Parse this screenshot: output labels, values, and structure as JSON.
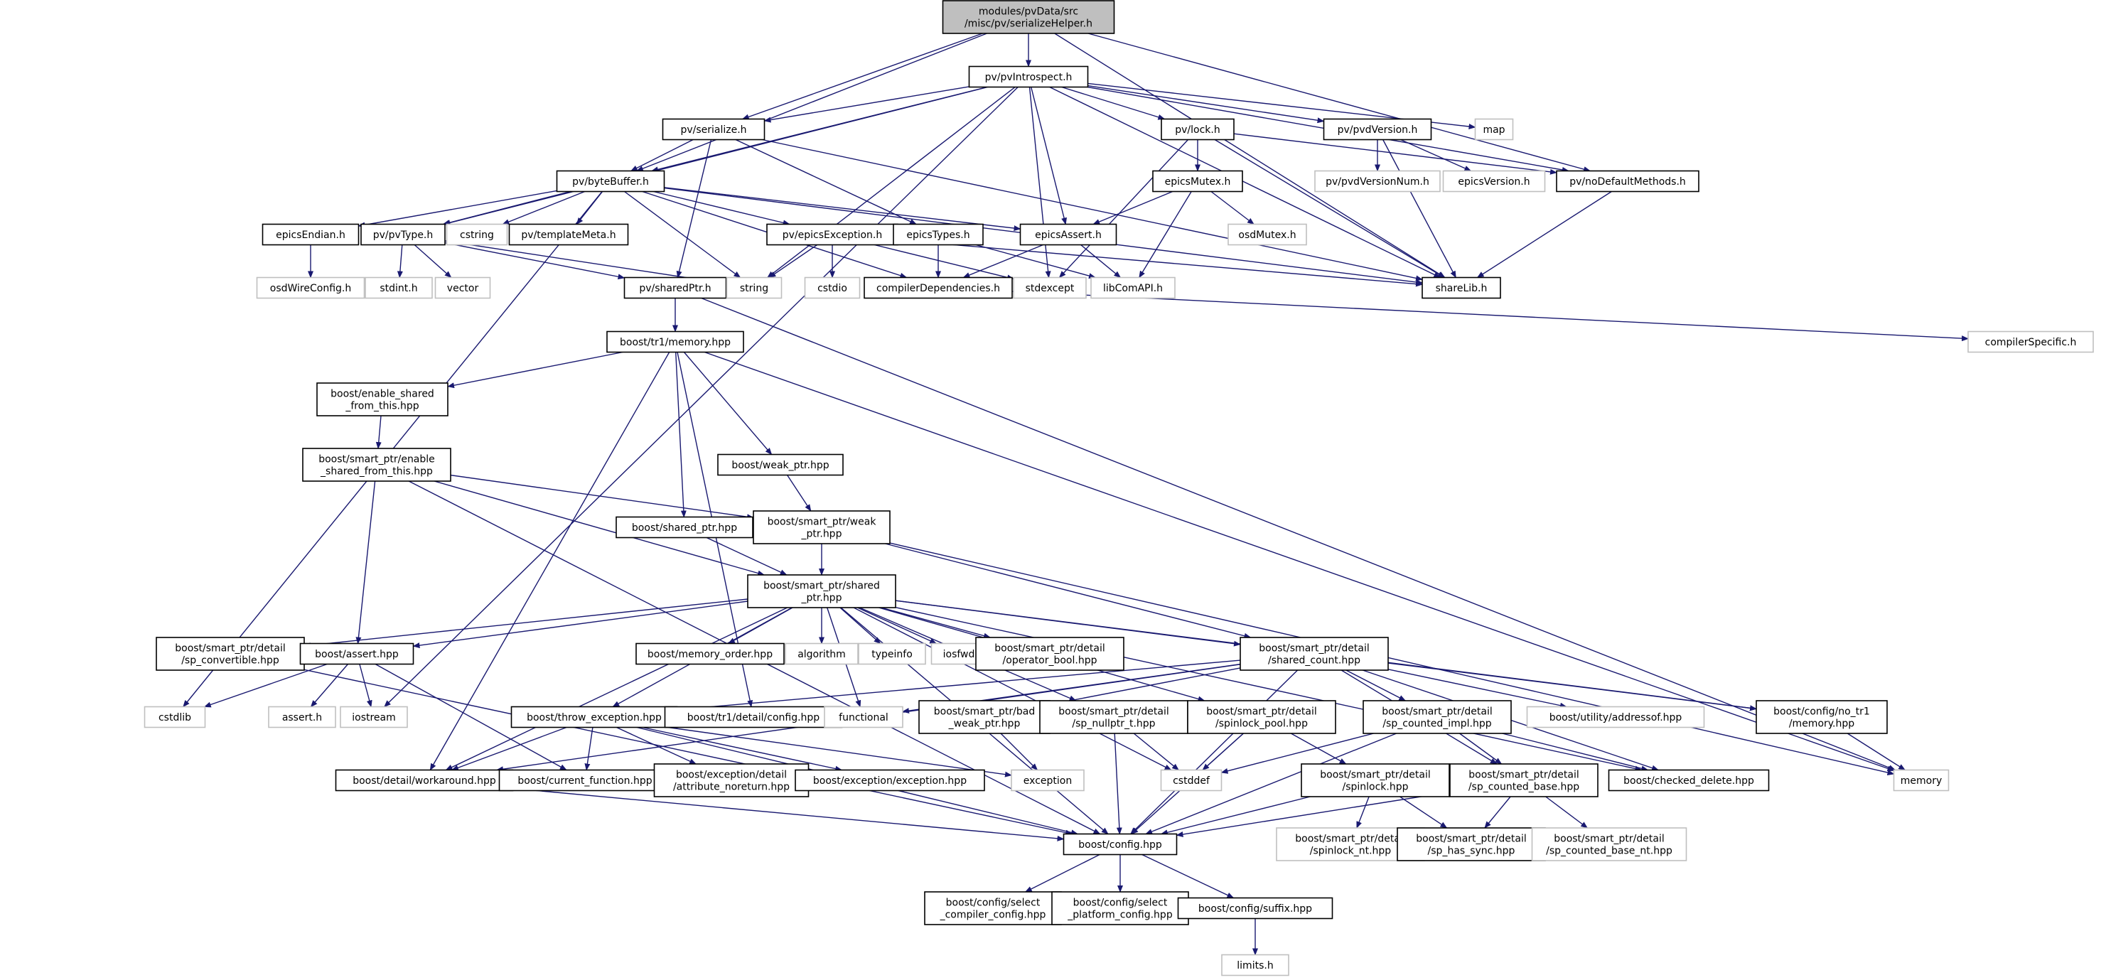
{
  "colors": {
    "edge": "#191970",
    "root_fill": "#bfbfbf",
    "node_fill": "#ffffff",
    "node_border": "#000000",
    "external_border": "#bfbfbf",
    "text": "#000000"
  },
  "diagram": {
    "type": "include-dependency-graph",
    "nodes": [
      {
        "id": "root",
        "lines": [
          "modules/pvData/src",
          "/misc/pv/serializeHelper.h"
        ],
        "style": "root"
      },
      {
        "id": "pvIntrospect",
        "lines": [
          "pv/pvIntrospect.h"
        ],
        "style": "normal"
      },
      {
        "id": "map",
        "lines": [
          "map"
        ],
        "style": "external"
      },
      {
        "id": "serialize",
        "lines": [
          "pv/serialize.h"
        ],
        "style": "normal"
      },
      {
        "id": "lock",
        "lines": [
          "pv/lock.h"
        ],
        "style": "normal"
      },
      {
        "id": "pvdVersion",
        "lines": [
          "pv/pvdVersion.h"
        ],
        "style": "normal"
      },
      {
        "id": "byteBuffer",
        "lines": [
          "pv/byteBuffer.h"
        ],
        "style": "normal"
      },
      {
        "id": "epicsMutex",
        "lines": [
          "epicsMutex.h"
        ],
        "style": "normal"
      },
      {
        "id": "pvdVersionNum",
        "lines": [
          "pv/pvdVersionNum.h"
        ],
        "style": "external"
      },
      {
        "id": "epicsVersion",
        "lines": [
          "epicsVersion.h"
        ],
        "style": "external"
      },
      {
        "id": "noDefaultMethods",
        "lines": [
          "pv/noDefaultMethods.h"
        ],
        "style": "normal"
      },
      {
        "id": "epicsEndian",
        "lines": [
          "epicsEndian.h"
        ],
        "style": "normal"
      },
      {
        "id": "pvType",
        "lines": [
          "pv/pvType.h"
        ],
        "style": "normal"
      },
      {
        "id": "cstring",
        "lines": [
          "cstring"
        ],
        "style": "external"
      },
      {
        "id": "templateMeta",
        "lines": [
          "pv/templateMeta.h"
        ],
        "style": "normal"
      },
      {
        "id": "epicsException",
        "lines": [
          "pv/epicsException.h"
        ],
        "style": "normal"
      },
      {
        "id": "epicsTypes",
        "lines": [
          "epicsTypes.h"
        ],
        "style": "normal"
      },
      {
        "id": "epicsAssert",
        "lines": [
          "epicsAssert.h"
        ],
        "style": "normal"
      },
      {
        "id": "osdMutex",
        "lines": [
          "osdMutex.h"
        ],
        "style": "external"
      },
      {
        "id": "osdWireConfig",
        "lines": [
          "osdWireConfig.h"
        ],
        "style": "external"
      },
      {
        "id": "stdint",
        "lines": [
          "stdint.h"
        ],
        "style": "external"
      },
      {
        "id": "vector",
        "lines": [
          "vector"
        ],
        "style": "external"
      },
      {
        "id": "sharedPtr",
        "lines": [
          "pv/sharedPtr.h"
        ],
        "style": "normal"
      },
      {
        "id": "string",
        "lines": [
          "string"
        ],
        "style": "external"
      },
      {
        "id": "cstdio",
        "lines": [
          "cstdio"
        ],
        "style": "external"
      },
      {
        "id": "compilerDependencies",
        "lines": [
          "compilerDependencies.h"
        ],
        "style": "normal"
      },
      {
        "id": "stdexcept",
        "lines": [
          "stdexcept"
        ],
        "style": "external"
      },
      {
        "id": "libComAPI",
        "lines": [
          "libComAPI.h"
        ],
        "style": "external"
      },
      {
        "id": "shareLib",
        "lines": [
          "shareLib.h"
        ],
        "style": "normal"
      },
      {
        "id": "compilerSpecific",
        "lines": [
          "compilerSpecific.h"
        ],
        "style": "external"
      },
      {
        "id": "tr1memory",
        "lines": [
          "boost/tr1/memory.hpp"
        ],
        "style": "normal"
      },
      {
        "id": "enableShared",
        "lines": [
          "boost/enable_shared",
          "_from_this.hpp"
        ],
        "style": "normal"
      },
      {
        "id": "spEnableShared",
        "lines": [
          "boost/smart_ptr/enable",
          "_shared_from_this.hpp"
        ],
        "style": "normal"
      },
      {
        "id": "weakPtrHpp",
        "lines": [
          "boost/weak_ptr.hpp"
        ],
        "style": "normal"
      },
      {
        "id": "sharedPtrHpp",
        "lines": [
          "boost/shared_ptr.hpp"
        ],
        "style": "normal"
      },
      {
        "id": "spWeakPtr",
        "lines": [
          "boost/smart_ptr/weak",
          "_ptr.hpp"
        ],
        "style": "normal"
      },
      {
        "id": "spSharedPtr",
        "lines": [
          "boost/smart_ptr/shared",
          "_ptr.hpp"
        ],
        "style": "normal"
      },
      {
        "id": "spConvertible",
        "lines": [
          "boost/smart_ptr/detail",
          "/sp_convertible.hpp"
        ],
        "style": "normal"
      },
      {
        "id": "assertHpp",
        "lines": [
          "boost/assert.hpp"
        ],
        "style": "normal"
      },
      {
        "id": "memoryOrder",
        "lines": [
          "boost/memory_order.hpp"
        ],
        "style": "normal"
      },
      {
        "id": "algorithm",
        "lines": [
          "algorithm"
        ],
        "style": "external"
      },
      {
        "id": "typeinfo",
        "lines": [
          "typeinfo"
        ],
        "style": "external"
      },
      {
        "id": "iosfwd",
        "lines": [
          "iosfwd"
        ],
        "style": "external"
      },
      {
        "id": "operatorBool",
        "lines": [
          "boost/smart_ptr/detail",
          "/operator_bool.hpp"
        ],
        "style": "normal"
      },
      {
        "id": "sharedCount",
        "lines": [
          "boost/smart_ptr/detail",
          "/shared_count.hpp"
        ],
        "style": "normal"
      },
      {
        "id": "cstdlib",
        "lines": [
          "cstdlib"
        ],
        "style": "external"
      },
      {
        "id": "assertH",
        "lines": [
          "assert.h"
        ],
        "style": "external"
      },
      {
        "id": "iostream",
        "lines": [
          "iostream"
        ],
        "style": "external"
      },
      {
        "id": "throwException",
        "lines": [
          "boost/throw_exception.hpp"
        ],
        "style": "normal"
      },
      {
        "id": "tr1config",
        "lines": [
          "boost/tr1/detail/config.hpp"
        ],
        "style": "normal"
      },
      {
        "id": "functional",
        "lines": [
          "functional"
        ],
        "style": "external"
      },
      {
        "id": "badWeakPtr",
        "lines": [
          "boost/smart_ptr/bad",
          "_weak_ptr.hpp"
        ],
        "style": "normal"
      },
      {
        "id": "spNullptr",
        "lines": [
          "boost/smart_ptr/detail",
          "/sp_nullptr_t.hpp"
        ],
        "style": "normal"
      },
      {
        "id": "spinlockPool",
        "lines": [
          "boost/smart_ptr/detail",
          "/spinlock_pool.hpp"
        ],
        "style": "normal"
      },
      {
        "id": "spCountedImpl",
        "lines": [
          "boost/smart_ptr/detail",
          "/sp_counted_impl.hpp"
        ],
        "style": "normal"
      },
      {
        "id": "addressof",
        "lines": [
          "boost/utility/addressof.hpp"
        ],
        "style": "external"
      },
      {
        "id": "noTr1Memory",
        "lines": [
          "boost/config/no_tr1",
          "/memory.hpp"
        ],
        "style": "normal"
      },
      {
        "id": "memory",
        "lines": [
          "memory"
        ],
        "style": "external"
      },
      {
        "id": "workaround",
        "lines": [
          "boost/detail/workaround.hpp"
        ],
        "style": "normal"
      },
      {
        "id": "currentFunction",
        "lines": [
          "boost/current_function.hpp"
        ],
        "style": "normal"
      },
      {
        "id": "attrNoreturn",
        "lines": [
          "boost/exception/detail",
          "/attribute_noreturn.hpp"
        ],
        "style": "normal"
      },
      {
        "id": "exceptionHpp",
        "lines": [
          "boost/exception/exception.hpp"
        ],
        "style": "normal"
      },
      {
        "id": "exception",
        "lines": [
          "exception"
        ],
        "style": "external"
      },
      {
        "id": "cstddef",
        "lines": [
          "cstddef"
        ],
        "style": "external"
      },
      {
        "id": "spinlock",
        "lines": [
          "boost/smart_ptr/detail",
          "/spinlock.hpp"
        ],
        "style": "normal"
      },
      {
        "id": "spCountedBase",
        "lines": [
          "boost/smart_ptr/detail",
          "/sp_counted_base.hpp"
        ],
        "style": "normal"
      },
      {
        "id": "checkedDelete",
        "lines": [
          "boost/checked_delete.hpp"
        ],
        "style": "normal"
      },
      {
        "id": "configHpp",
        "lines": [
          "boost/config.hpp"
        ],
        "style": "normal"
      },
      {
        "id": "spinlockNt",
        "lines": [
          "boost/smart_ptr/detail",
          "/spinlock_nt.hpp"
        ],
        "style": "external"
      },
      {
        "id": "spHasSync",
        "lines": [
          "boost/smart_ptr/detail",
          "/sp_has_sync.hpp"
        ],
        "style": "normal"
      },
      {
        "id": "spCountedBaseNt",
        "lines": [
          "boost/smart_ptr/detail",
          "/sp_counted_base_nt.hpp"
        ],
        "style": "external"
      },
      {
        "id": "selectCompiler",
        "lines": [
          "boost/config/select",
          "_compiler_config.hpp"
        ],
        "style": "normal"
      },
      {
        "id": "selectPlatform",
        "lines": [
          "boost/config/select",
          "_platform_config.hpp"
        ],
        "style": "normal"
      },
      {
        "id": "suffix",
        "lines": [
          "boost/config/suffix.hpp"
        ],
        "style": "normal"
      },
      {
        "id": "limits",
        "lines": [
          "limits.h"
        ],
        "style": "external"
      }
    ],
    "edges": [
      [
        "root",
        "pvIntrospect"
      ],
      [
        "root",
        "serialize"
      ],
      [
        "root",
        "byteBuffer"
      ],
      [
        "root",
        "noDefaultMethods"
      ],
      [
        "root",
        "shareLib"
      ],
      [
        "pvIntrospect",
        "map"
      ],
      [
        "pvIntrospect",
        "serialize"
      ],
      [
        "pvIntrospect",
        "lock"
      ],
      [
        "pvIntrospect",
        "pvdVersion"
      ],
      [
        "pvIntrospect",
        "byteBuffer"
      ],
      [
        "pvIntrospect",
        "noDefaultMethods"
      ],
      [
        "pvIntrospect",
        "pvType"
      ],
      [
        "pvIntrospect",
        "string"
      ],
      [
        "pvIntrospect",
        "stdexcept"
      ],
      [
        "pvIntrospect",
        "epicsAssert"
      ],
      [
        "pvIntrospect",
        "shareLib"
      ],
      [
        "pvIntrospect",
        "iostream"
      ],
      [
        "serialize",
        "byteBuffer"
      ],
      [
        "serialize",
        "epicsTypes"
      ],
      [
        "serialize",
        "sharedPtr"
      ],
      [
        "serialize",
        "shareLib"
      ],
      [
        "lock",
        "epicsMutex"
      ],
      [
        "lock",
        "stdexcept"
      ],
      [
        "lock",
        "noDefaultMethods"
      ],
      [
        "lock",
        "shareLib"
      ],
      [
        "pvdVersion",
        "pvdVersionNum"
      ],
      [
        "pvdVersion",
        "epicsVersion"
      ],
      [
        "pvdVersion",
        "shareLib"
      ],
      [
        "epicsMutex",
        "epicsAssert"
      ],
      [
        "epicsMutex",
        "osdMutex"
      ],
      [
        "epicsMutex",
        "libComAPI"
      ],
      [
        "noDefaultMethods",
        "shareLib"
      ],
      [
        "byteBuffer",
        "epicsEndian"
      ],
      [
        "byteBuffer",
        "pvType"
      ],
      [
        "byteBuffer",
        "cstring"
      ],
      [
        "byteBuffer",
        "templateMeta"
      ],
      [
        "byteBuffer",
        "epicsException"
      ],
      [
        "byteBuffer",
        "epicsAssert"
      ],
      [
        "byteBuffer",
        "string"
      ],
      [
        "byteBuffer",
        "compilerDependencies"
      ],
      [
        "byteBuffer",
        "shareLib"
      ],
      [
        "byteBuffer",
        "cstdlib"
      ],
      [
        "epicsEndian",
        "osdWireConfig"
      ],
      [
        "pvType",
        "stdint"
      ],
      [
        "pvType",
        "vector"
      ],
      [
        "pvType",
        "string"
      ],
      [
        "pvType",
        "sharedPtr"
      ],
      [
        "epicsException",
        "string"
      ],
      [
        "epicsException",
        "cstdio"
      ],
      [
        "epicsException",
        "stdexcept"
      ],
      [
        "epicsException",
        "shareLib"
      ],
      [
        "epicsTypes",
        "compilerDependencies"
      ],
      [
        "epicsTypes",
        "libComAPI"
      ],
      [
        "epicsAssert",
        "compilerDependencies"
      ],
      [
        "epicsAssert",
        "libComAPI"
      ],
      [
        "compilerDependencies",
        "compilerSpecific"
      ],
      [
        "sharedPtr",
        "tr1memory"
      ],
      [
        "sharedPtr",
        "memory"
      ],
      [
        "tr1memory",
        "enableShared"
      ],
      [
        "tr1memory",
        "weakPtrHpp"
      ],
      [
        "tr1memory",
        "sharedPtrHpp"
      ],
      [
        "tr1memory",
        "memory"
      ],
      [
        "tr1memory",
        "tr1config"
      ],
      [
        "tr1memory",
        "workaround"
      ],
      [
        "enableShared",
        "spEnableShared"
      ],
      [
        "spEnableShared",
        "spWeakPtr"
      ],
      [
        "spEnableShared",
        "spSharedPtr"
      ],
      [
        "spEnableShared",
        "assertHpp"
      ],
      [
        "spEnableShared",
        "configHpp"
      ],
      [
        "weakPtrHpp",
        "spWeakPtr"
      ],
      [
        "sharedPtrHpp",
        "spSharedPtr"
      ],
      [
        "spWeakPtr",
        "spSharedPtr"
      ],
      [
        "spWeakPtr",
        "sharedCount"
      ],
      [
        "spWeakPtr",
        "memory"
      ],
      [
        "spSharedPtr",
        "spConvertible"
      ],
      [
        "spSharedPtr",
        "assertHpp"
      ],
      [
        "spSharedPtr",
        "memoryOrder"
      ],
      [
        "spSharedPtr",
        "algorithm"
      ],
      [
        "spSharedPtr",
        "typeinfo"
      ],
      [
        "spSharedPtr",
        "iosfwd"
      ],
      [
        "spSharedPtr",
        "operatorBool"
      ],
      [
        "spSharedPtr",
        "sharedCount"
      ],
      [
        "spSharedPtr",
        "throwException"
      ],
      [
        "spSharedPtr",
        "functional"
      ],
      [
        "spSharedPtr",
        "spNullptr"
      ],
      [
        "spSharedPtr",
        "spinlockPool"
      ],
      [
        "spSharedPtr",
        "noTr1Memory"
      ],
      [
        "spSharedPtr",
        "checkedDelete"
      ],
      [
        "spSharedPtr",
        "cstddef"
      ],
      [
        "spSharedPtr",
        "workaround"
      ],
      [
        "spSharedPtr",
        "configHpp"
      ],
      [
        "spConvertible",
        "configHpp"
      ],
      [
        "assertHpp",
        "cstdlib"
      ],
      [
        "assertHpp",
        "assertH"
      ],
      [
        "assertHpp",
        "iostream"
      ],
      [
        "assertHpp",
        "currentFunction"
      ],
      [
        "sharedCount",
        "throwException"
      ],
      [
        "sharedCount",
        "functional"
      ],
      [
        "sharedCount",
        "badWeakPtr"
      ],
      [
        "sharedCount",
        "spCountedImpl"
      ],
      [
        "sharedCount",
        "addressof"
      ],
      [
        "sharedCount",
        "noTr1Memory"
      ],
      [
        "sharedCount",
        "spCountedBase"
      ],
      [
        "sharedCount",
        "checkedDelete"
      ],
      [
        "sharedCount",
        "workaround"
      ],
      [
        "sharedCount",
        "configHpp"
      ],
      [
        "throwException",
        "workaround"
      ],
      [
        "throwException",
        "currentFunction"
      ],
      [
        "throwException",
        "attrNoreturn"
      ],
      [
        "throwException",
        "exceptionHpp"
      ],
      [
        "throwException",
        "exception"
      ],
      [
        "throwException",
        "configHpp"
      ],
      [
        "badWeakPtr",
        "exception"
      ],
      [
        "spNullptr",
        "cstddef"
      ],
      [
        "spNullptr",
        "configHpp"
      ],
      [
        "spinlockPool",
        "spinlock"
      ],
      [
        "spinlockPool",
        "cstddef"
      ],
      [
        "spinlockPool",
        "configHpp"
      ],
      [
        "spCountedImpl",
        "checkedDelete"
      ],
      [
        "spCountedImpl",
        "spCountedBase"
      ],
      [
        "spCountedImpl",
        "cstddef"
      ],
      [
        "spCountedImpl",
        "configHpp"
      ],
      [
        "noTr1Memory",
        "memory"
      ],
      [
        "workaround",
        "configHpp"
      ],
      [
        "spinlock",
        "spinlockNt"
      ],
      [
        "spinlock",
        "spHasSync"
      ],
      [
        "spinlock",
        "configHpp"
      ],
      [
        "spCountedBase",
        "spHasSync"
      ],
      [
        "spCountedBase",
        "spCountedBaseNt"
      ],
      [
        "spCountedBase",
        "configHpp"
      ],
      [
        "configHpp",
        "selectCompiler"
      ],
      [
        "configHpp",
        "selectPlatform"
      ],
      [
        "configHpp",
        "suffix"
      ],
      [
        "suffix",
        "limits"
      ]
    ]
  }
}
